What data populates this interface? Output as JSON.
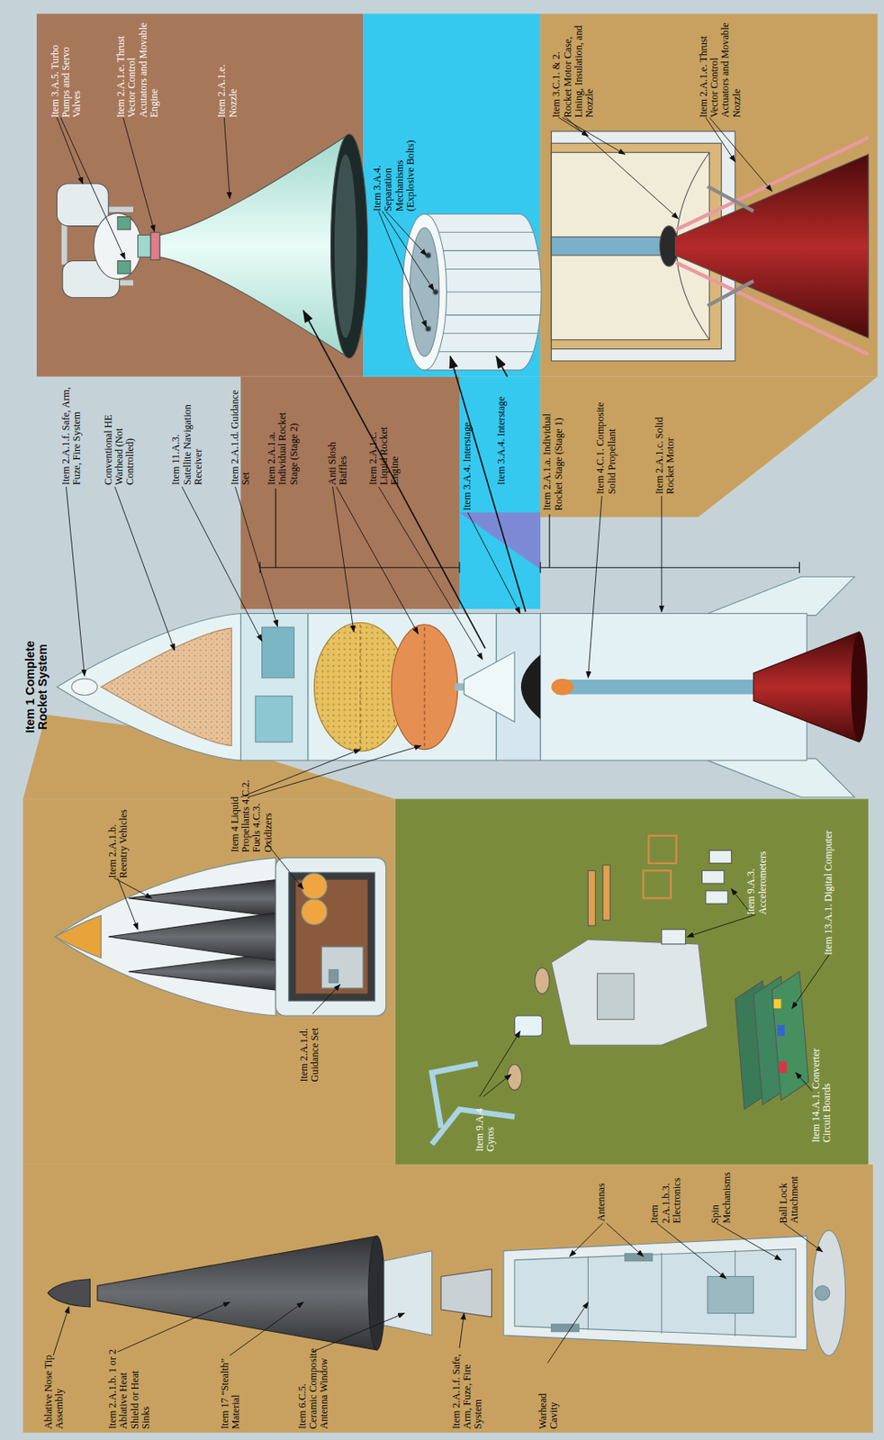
{
  "diagram": {
    "title": "Item 1 Complete Rocket System",
    "nodes": [
      {
        "text": [
          "Item 3.A.5. Turbo Pumps and Servo Valves",
          "Item 2.A.1.e. Thrust Vector Control Acutators and Movable Engine",
          "Item 2.A.1.e. Nozzle"
        ]
      },
      {
        "text": [
          "Item 3.A.4. Separation Mechanisms (Explosive Bolts)"
        ]
      },
      {
        "text": [
          "Item 3.C.1. & 2. Rocket Motor Case, Lining, Insulation, and Nozzle",
          "Item 2.A.1.e. Thrust Vector Control Actuators and Movable Nozzle"
        ]
      },
      {
        "text": [
          "Item 9.A.4 Gyros",
          "Item 9.A.3. Accelerometers",
          "Item 13.A.1. Digital Computer",
          "Item 14.A.1. Converter Circuit Boards"
        ]
      },
      {
        "text": [
          "Ablative Nose Tip Assembly",
          "Item 2.A.1.b. 1 or 2 Ablative Heat Shield or Heat Sinks",
          "Item 17 “Stealth” Material",
          "Item 6.C.5. Ceramic Composite Antenna Window",
          "Item 2.A.1.f. Safe, Arm, Fuze, Fire System",
          "Warhead Cavity",
          "Antennas",
          "Item 2.A.1.b.3. Electronics",
          "Spin Mechanisms",
          "Ball Lock Attachment"
        ]
      },
      {
        "text": [
          "Item 2.A.1.b. Reentry Vehicles",
          "Item 2.A.1.d. Guidance Set"
        ]
      }
    ],
    "labels": [
      "Item 2.A.1.f. Safe, Arm, Fuze, Fire System",
      "Conventional HE Warhead (Not Controlled)",
      "Item 11.A.3. Satellite Navigation Receiver",
      "Item 2.A.1.d. Guidance Set",
      "Item 2.A.1.a. Individual Rocket Stage (Stage 2)",
      "Anti Slosh Baffles",
      "Item 2.A.1.c. Liquid Rocket Engine",
      "Item 3.A.4. Interstage",
      "Item 3.A.4. Interstage",
      "Item 2.A.1.a. Individual Rocket Stage (Stage 1)",
      "Item 4.C.1. Composite Solid Propellant",
      "Item 2.A.1.c. Solid Rocket Motor",
      "Item 4 Liquid Propellants 4.C.2. Fuels 4.C.3. Oxidizers"
    ]
  }
}
